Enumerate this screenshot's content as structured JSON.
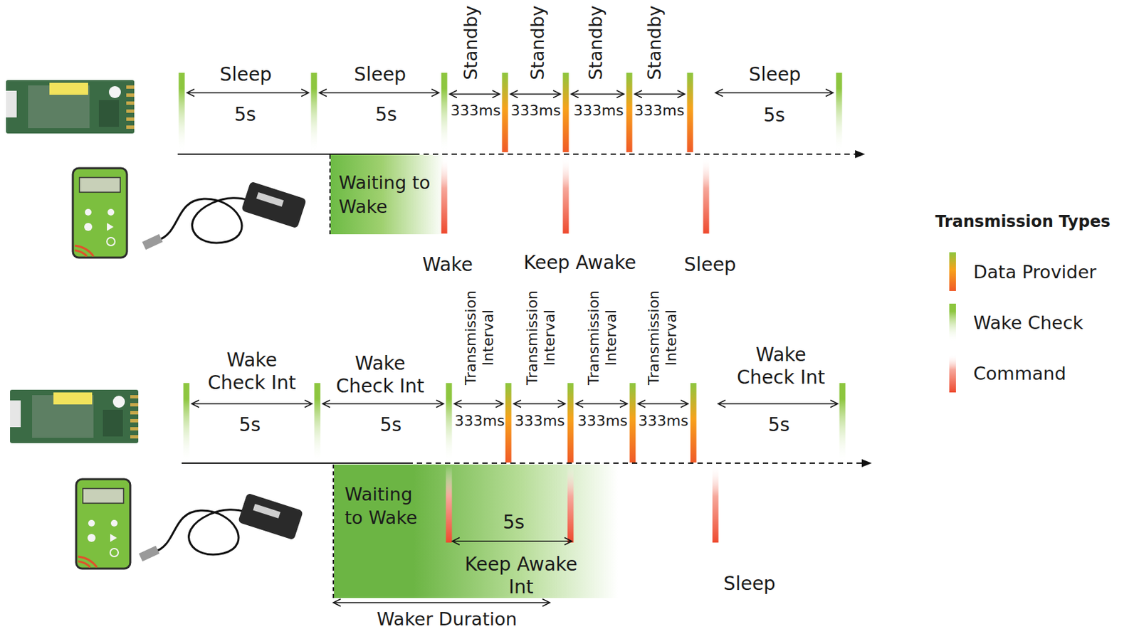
{
  "diagram": {
    "nodes": [
      {
        "text": [
          "Waiting to Wake"
        ]
      },
      {
        "text": [
          "Waiting to Wake"
        ]
      }
    ],
    "labels": [
      "Sleep",
      "5s",
      "Sleep",
      "5s",
      "Standby",
      "Standby",
      "Standby",
      "Standby",
      "333ms",
      "333ms",
      "333ms",
      "333ms",
      "Sleep",
      "5s",
      "Wake",
      "Keep Awake",
      "Sleep",
      "Wake Check Int",
      "5s",
      "Wake Check Int",
      "5s",
      "Transmission Interval",
      "Transmission Interval",
      "Transmission Interval",
      "Transmission Interval",
      "333ms",
      "333ms",
      "333ms",
      "333ms",
      "Wake Check Int",
      "5s",
      "5s",
      "Keep Awake Int",
      "Waker Duration",
      "Sleep",
      "Transmission Types"
    ],
    "legend": [
      {
        "text": "Data Provider"
      },
      {
        "text": "Wake Check"
      },
      {
        "text": "Command"
      }
    ]
  }
}
